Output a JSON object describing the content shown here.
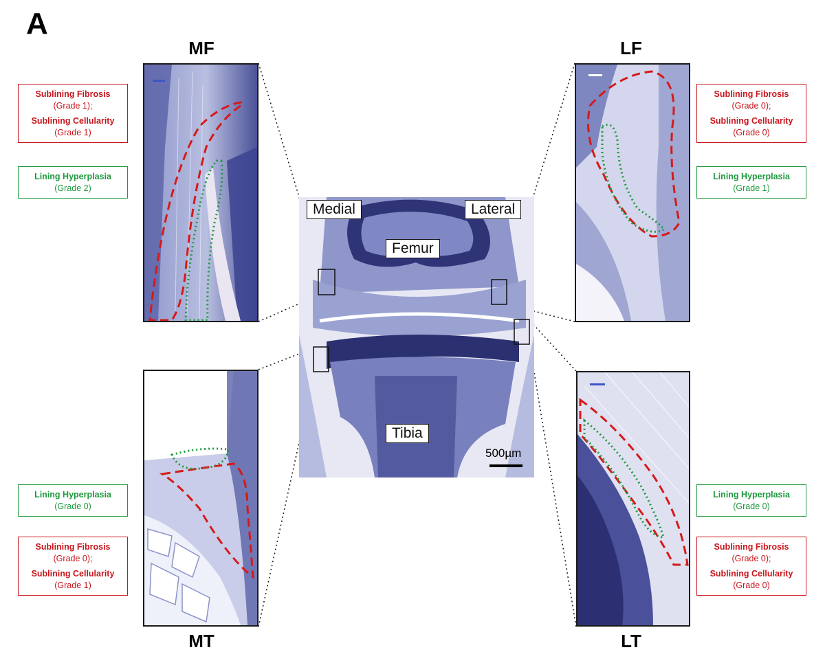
{
  "figure": {
    "panel_letter": "A",
    "regions": {
      "mf": {
        "label": "MF",
        "fibrosis_title": "Sublining Fibrosis",
        "fibrosis_grade": "(Grade 1);",
        "cellularity_title": "Sublining Cellularity",
        "cellularity_grade": "(Grade 1)",
        "hyperplasia_title": "Lining Hyperplasia",
        "hyperplasia_grade": "(Grade 2)"
      },
      "lf": {
        "label": "LF",
        "fibrosis_title": "Sublining Fibrosis",
        "fibrosis_grade": "(Grade 0);",
        "cellularity_title": "Sublining Cellularity",
        "cellularity_grade": "(Grade 0)",
        "hyperplasia_title": "Lining Hyperplasia",
        "hyperplasia_grade": "(Grade 1)"
      },
      "mt": {
        "label": "MT",
        "hyperplasia_title": "Lining Hyperplasia",
        "hyperplasia_grade": "(Grade 0)",
        "fibrosis_title": "Sublining Fibrosis",
        "fibrosis_grade": "(Grade 0);",
        "cellularity_title": "Sublining Cellularity",
        "cellularity_grade": "(Grade 1)"
      },
      "lt": {
        "label": "LT",
        "hyperplasia_title": "Lining Hyperplasia",
        "hyperplasia_grade": "(Grade 0)",
        "fibrosis_title": "Sublining Fibrosis",
        "fibrosis_grade": "(Grade 0);",
        "cellularity_title": "Sublining Cellularity",
        "cellularity_grade": "(Grade 0)"
      }
    },
    "center": {
      "medial": "Medial",
      "lateral": "Lateral",
      "femur": "Femur",
      "tibia": "Tibia",
      "scale": "500µm"
    },
    "colors": {
      "fibrosis_red": "#c8161d",
      "hyperplasia_green": "#1d9a3d",
      "stain_dark": "#3a3f8f",
      "stain_mid": "#6f78b8",
      "stain_light": "#c7cbe6"
    }
  }
}
